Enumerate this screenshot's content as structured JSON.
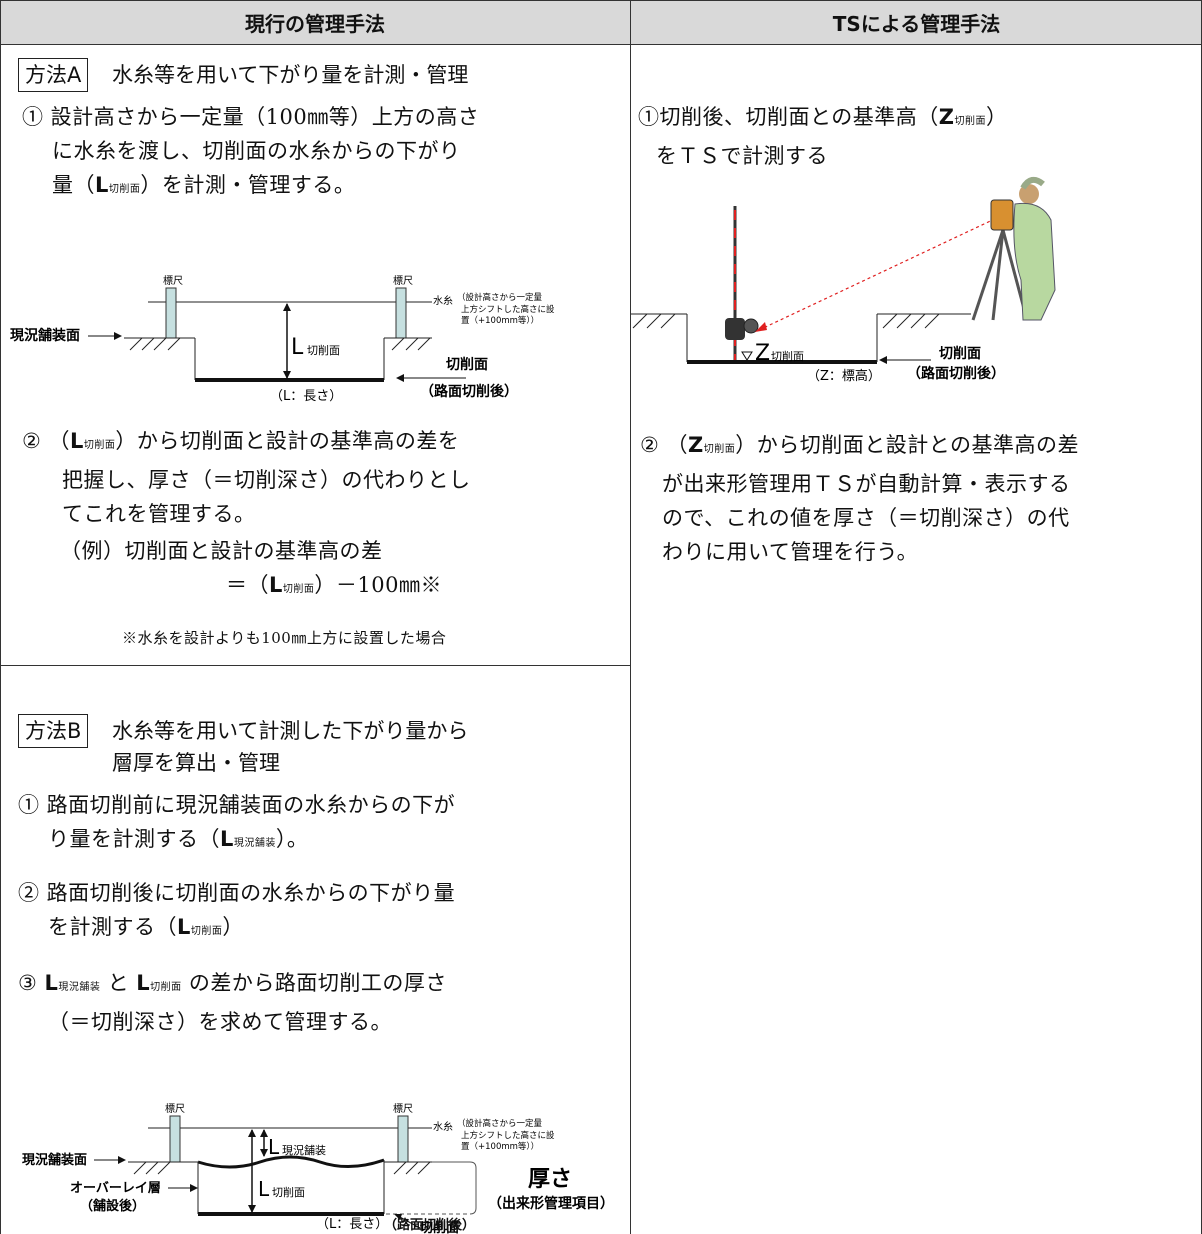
{
  "header": {
    "left": "現行の管理手法",
    "right": "TSによる管理手法"
  },
  "methodA": {
    "box": "方法A",
    "title": "水糸等を用いて下がり量を計測・管理",
    "step1_line1": "① 設計高さから一定量（100㎜等）上方の高さ",
    "step1_line2": "に水糸を渡し、切削面の水糸からの下がり",
    "step1_line3a": "量（",
    "step1_line3b": "）を計測・管理する。",
    "step2_line1a": "② （",
    "step2_line1b": "）から切削面と設計の基準高の差を",
    "step2_line2": "把握し、厚さ（＝切削深さ）の代わりとし",
    "step2_line3": "てこれを管理する。",
    "example_line1": "（例）切削面と設計の基準高の差",
    "example_line2a": "＝（",
    "example_line2b": "）－100㎜※",
    "note": "※水糸を設計よりも100㎜上方に設置した場合"
  },
  "methodB": {
    "box": "方法B",
    "title_line1": "水糸等を用いて計測した下がり量から",
    "title_line2": "層厚を算出・管理",
    "step1_line1": "① 路面切削前に現況舗装面の水糸からの下が",
    "step1_line2a": "り量を計測する（",
    "step1_line2b": "）。",
    "step2_line1": "② 路面切削後に切削面の水糸からの下がり量",
    "step2_line2a": "を計測する（",
    "step2_line2b": "）",
    "step3_line1b": "と",
    "step3_line1c": "の差から路面切削工の厚さ",
    "step3_line2": "（＝切削深さ）を求めて管理する。"
  },
  "ts": {
    "step1_line1a": "①切削後、切削面との基準高（",
    "step1_line1b": "）",
    "step1_line2": "をＴＳで計測する",
    "step2_line1a": "② （",
    "step2_line1b": "）から切削面と設計との基準高の差",
    "step2_line2": "が出来形管理用ＴＳが自動計算・表示する",
    "step2_line3": "ので、これの値を厚さ（＝切削深さ）の代",
    "step2_line4": "わりに用いて管理を行う。"
  },
  "symbols": {
    "L": "L",
    "Z": "Z",
    "sub_cut": "切削面",
    "sub_exist": "現況舗装"
  },
  "diagramA": {
    "staff_left": "標尺",
    "staff_right": "標尺",
    "string_label": "水糸",
    "string_note1": "（設計高さから一定量",
    "string_note2": "上方シフトした高さに設",
    "string_note3": "置（+100mm等））",
    "existing": "現況舗装面",
    "L_label": "L",
    "L_sub": "切削面",
    "cut_surface": "切削面",
    "after_cut": "（路面切削後）",
    "length": "（L：長さ）"
  },
  "diagramTS": {
    "Z_label": "Z",
    "Z_sub": "切削面",
    "elevation": "（Z：標高）",
    "cut_surface": "切削面",
    "after_cut": "（路面切削後）"
  },
  "diagramB": {
    "staff_left": "標尺",
    "staff_right": "標尺",
    "string_label": "水糸",
    "string_note1": "（設計高さから一定量",
    "string_note2": "上方シフトした高さに設",
    "string_note3": "置（+100mm等））",
    "existing": "現況舗装面",
    "L_exist": "L",
    "L_exist_sub": "現況舗装",
    "L_cut": "L",
    "L_cut_sub": "切削面",
    "overlay": "オーバーレイ層",
    "overlay_note": "（舗設後）",
    "length": "（L：長さ）",
    "cut_surface": "切削面",
    "after_cut": "（路面切削後）",
    "thickness": "厚さ",
    "thickness_note": "（出来形管理項目）"
  },
  "colors": {
    "header_bg": "#d9d9d9",
    "staff_fill": "#c6e0e0",
    "laser": "#e02020"
  }
}
